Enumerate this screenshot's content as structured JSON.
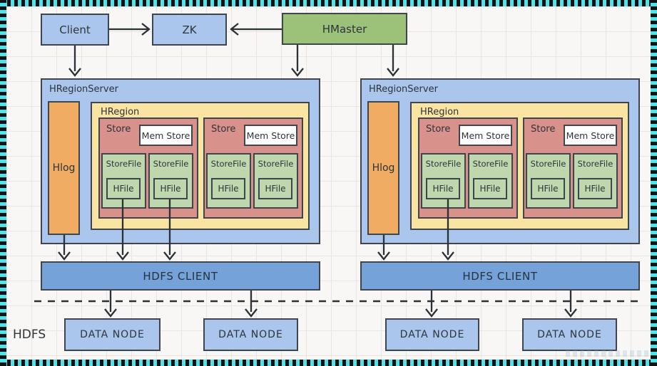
{
  "top": {
    "client": "Client",
    "zk": "ZK",
    "hmaster": "HMaster"
  },
  "servers": [
    {
      "title": "HRegionServer",
      "hlog": "Hlog",
      "region": {
        "label": "HRegion",
        "stores": [
          {
            "label": "Store",
            "memstore": "Mem Store",
            "files": [
              {
                "label": "StoreFile",
                "hfile": "HFile"
              },
              {
                "label": "StoreFile",
                "hfile": "HFile"
              }
            ]
          },
          {
            "label": "Store",
            "memstore": "Mem Store",
            "files": [
              {
                "label": "StoreFile",
                "hfile": "HFile"
              },
              {
                "label": "StoreFile",
                "hfile": "HFile"
              }
            ]
          }
        ]
      },
      "hdfs_client": "HDFS CLIENT"
    },
    {
      "title": "HRegionServer",
      "hlog": "Hlog",
      "region": {
        "label": "HRegion",
        "stores": [
          {
            "label": "Store",
            "memstore": "Mem Store",
            "files": [
              {
                "label": "StoreFile",
                "hfile": "HFile"
              },
              {
                "label": "StoreFile",
                "hfile": "HFile"
              }
            ]
          },
          {
            "label": "Store",
            "memstore": "Mem Store",
            "files": [
              {
                "label": "StoreFile",
                "hfile": "HFile"
              },
              {
                "label": "StoreFile",
                "hfile": "HFile"
              }
            ]
          }
        ]
      },
      "hdfs_client": "HDFS CLIENT"
    }
  ],
  "hdfs": {
    "label": "HDFS",
    "nodes": [
      "DATA NODE",
      "DATA NODE",
      "DATA NODE",
      "DATA NODE"
    ]
  },
  "colors": {
    "frame_cyan": "#50e3e9",
    "frame_black": "#101214",
    "box_blue_light": "#aac6ec",
    "hmaster_green": "#9cc178",
    "hlog_orange": "#efac62",
    "hregion_yellow": "#f9e4a2",
    "store_red": "#d8918b",
    "storefile_green": "#bed7ac",
    "memstore_white": "#ffffff",
    "hdfs_client_blue": "#74a2d9",
    "line_dark": "#2c3136",
    "paper": "#f8f7f5"
  }
}
